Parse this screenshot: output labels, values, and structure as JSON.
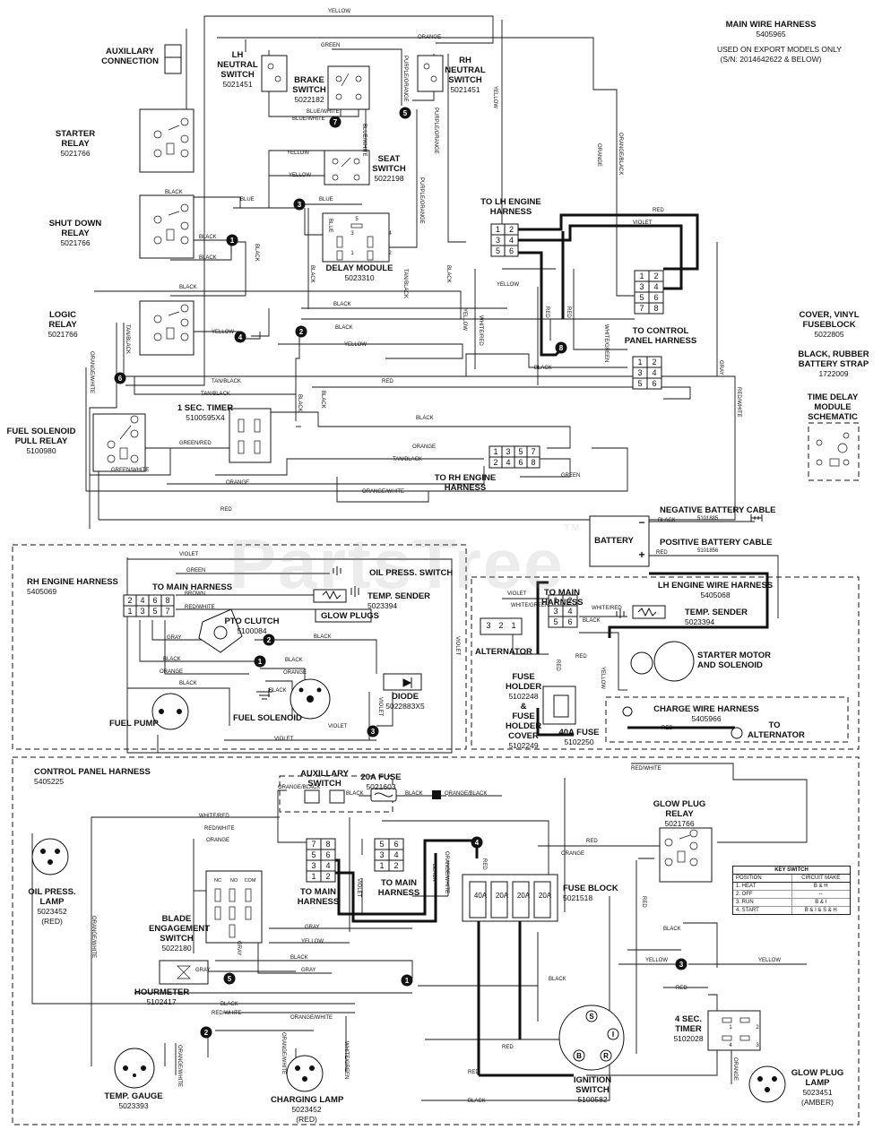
{
  "watermark": "PartsTree",
  "watermark_tm": "TM",
  "main_harness": {
    "title": "MAIN WIRE HARNESS",
    "part": "5405965",
    "note_line1": "USED ON EXPORT MODELS ONLY",
    "note_line2": "(S/N: 2014642622 & BELOW)"
  },
  "cover": {
    "name": "COVER, VINYL",
    "name2": "FUSEBLOCK",
    "part": "5022805"
  },
  "strap": {
    "name": "BLACK, RUBBER",
    "name2": "BATTERY STRAP",
    "part": "1722009"
  },
  "tdm_schematic": {
    "l1": "TIME DELAY",
    "l2": "MODULE",
    "l3": "SCHEMATIC"
  },
  "components": {
    "aux_conn": {
      "l1": "AUXILLARY",
      "l2": "CONNECTION"
    },
    "lh_neutral": {
      "l1": "LH",
      "l2": "NEUTRAL",
      "l3": "SWITCH",
      "part": "5021451"
    },
    "brake": {
      "l1": "BRAKE",
      "l2": "SWITCH",
      "part": "5022182"
    },
    "rh_neutral": {
      "l1": "RH",
      "l2": "NEUTRAL",
      "l3": "SWITCH",
      "part": "5021451"
    },
    "starter_relay": {
      "l1": "STARTER",
      "l2": "RELAY",
      "part": "5021766"
    },
    "shutdown_relay": {
      "l1": "SHUT DOWN",
      "l2": "RELAY",
      "part": "5021766"
    },
    "logic_relay": {
      "l1": "LOGIC",
      "l2": "RELAY",
      "part": "5021766"
    },
    "seat": {
      "l1": "SEAT",
      "l2": "SWITCH",
      "part": "5022198"
    },
    "delay_module": {
      "l1": "DELAY MODULE",
      "part": "5023310"
    },
    "to_lh_engine": {
      "l1": "TO LH ENGINE",
      "l2": "HARNESS"
    },
    "to_control_panel": {
      "l1": "TO CONTROL",
      "l2": "PANEL HARNESS"
    },
    "to_rh_engine": {
      "l1": "TO RH ENGINE",
      "l2": "HARNESS"
    },
    "timer1": {
      "l1": "1 SEC. TIMER",
      "part": "5100595X4"
    },
    "fuel_pull": {
      "l1": "FUEL SOLENOID",
      "l2": "PULL RELAY",
      "part": "5100980"
    },
    "neg_cable": {
      "l1": "NEGATIVE BATTERY CABLE",
      "part": "5101885"
    },
    "pos_cable": {
      "l1": "POSITIVE BATTERY CABLE",
      "part": "5101856"
    },
    "battery": {
      "l1": "BATTERY",
      "plus": "+",
      "minus": "−"
    },
    "rh_engine_harness": {
      "l1": "RH ENGINE HARNESS",
      "part": "5405069"
    },
    "to_main_rh": {
      "l1": "TO MAIN HARNESS"
    },
    "oil_switch": {
      "l1": "OIL PRESS. SWITCH"
    },
    "temp_sender_rh": {
      "l1": "TEMP. SENDER",
      "part": "5023394"
    },
    "glow_plugs": {
      "l1": "GLOW PLUGS"
    },
    "pto": {
      "l1": "PTO CLUTCH",
      "part": "5100084"
    },
    "diode": {
      "l1": "DIODE",
      "part": "5022883X5"
    },
    "fuel_pump": {
      "l1": "FUEL PUMP"
    },
    "fuel_solenoid": {
      "l1": "FUEL SOLENOID"
    },
    "lh_engine_harness": {
      "l1": "LH ENGINE WIRE HARNESS",
      "part": "5405068"
    },
    "to_main_lh": {
      "l1": "TO MAIN",
      "l2": "HARNESS"
    },
    "temp_sender_lh": {
      "l1": "TEMP. SENDER",
      "part": "5023394"
    },
    "alternator": {
      "l1": "ALTERNATOR"
    },
    "starter_motor": {
      "l1": "STARTER MOTOR",
      "l2": "AND SOLENOID"
    },
    "fuse_holder": {
      "l1": "FUSE",
      "l2": "HOLDER",
      "part": "5102248",
      "amp": "&",
      "l3": "FUSE",
      "l4": "HOLDER",
      "l5": "COVER",
      "part2": "5102249"
    },
    "fuse40": {
      "l1": "40A FUSE",
      "part": "5102250"
    },
    "charge_wire": {
      "l1": "CHARGE WIRE HARNESS",
      "part": "5405966"
    },
    "to_alternator": {
      "l1": "TO",
      "l2": "ALTERNATOR"
    },
    "control_panel": {
      "l1": "CONTROL PANEL HARNESS",
      "part": "5405225"
    },
    "aux_switch": {
      "l1": "AUXILLARY",
      "l2": "SWITCH"
    },
    "fuse20": {
      "l1": "20A FUSE",
      "part": "5021603"
    },
    "glow_relay": {
      "l1": "GLOW PLUG",
      "l2": "RELAY",
      "part": "5021766"
    },
    "oil_lamp": {
      "l1": "OIL PRESS.",
      "l2": "LAMP",
      "part": "5023452",
      "note": "(RED)"
    },
    "blade": {
      "l1": "BLADE",
      "l2": "ENGAGEMENT",
      "l3": "SWITCH",
      "part": "5022180"
    },
    "to_main_cp1": {
      "l1": "TO MAIN",
      "l2": "HARNESS"
    },
    "to_main_cp2": {
      "l1": "TO MAIN",
      "l2": "HARNESS"
    },
    "fuse_block": {
      "l1": "FUSE BLOCK",
      "part": "5021518"
    },
    "hourmeter": {
      "l1": "HOURMETER",
      "part": "5102417"
    },
    "timer4": {
      "l1": "4 SEC.",
      "l2": "TIMER",
      "part": "5102028"
    },
    "temp_gauge": {
      "l1": "TEMP. GAUGE",
      "part": "5023393"
    },
    "charging_lamp": {
      "l1": "CHARGING LAMP",
      "part": "5023452",
      "note": "(RED)"
    },
    "ignition": {
      "l1": "IGNITION",
      "l2": "SWITCH",
      "part": "5100582"
    },
    "glow_lamp": {
      "l1": "GLOW PLUG",
      "l2": "LAMP",
      "part": "5023451",
      "note": "(AMBER)"
    }
  },
  "fuses": [
    "40A",
    "20A",
    "20A",
    "20A"
  ],
  "ignition_terminals": [
    "S",
    "I",
    "B",
    "R"
  ],
  "key_switch": {
    "title": "KEY SWITCH",
    "col1": "POSITION",
    "col2": "CIRCUIT MAKE",
    "rows": [
      {
        "pos": "1. HEAT",
        "make": "B & H"
      },
      {
        "pos": "2. OFF",
        "make": "--"
      },
      {
        "pos": "3. RUN",
        "make": "B & I"
      },
      {
        "pos": "4. START",
        "make": "B & I & S & H"
      }
    ]
  },
  "blade_pins": [
    "NC",
    "NO",
    "COM"
  ],
  "connectors": {
    "lh_engine_8": [
      "1",
      "2",
      "3",
      "4",
      "5",
      "6"
    ],
    "cp_a": [
      "1",
      "2",
      "3",
      "4",
      "5",
      "6",
      "7",
      "8"
    ],
    "cp_b": [
      "1",
      "2",
      "3",
      "4",
      "5",
      "6"
    ],
    "rh_engine_8": [
      "1",
      "3",
      "5",
      "7",
      "2",
      "4",
      "6",
      "8"
    ],
    "rh_harness_8": [
      "2",
      "4",
      "6",
      "8",
      "1",
      "3",
      "5",
      "7"
    ],
    "lh_wire_6": [
      "1",
      "2",
      "3",
      "4",
      "5",
      "6"
    ],
    "alt_pins": [
      "3",
      "2",
      "1"
    ],
    "cp_main_a": [
      "7",
      "8",
      "5",
      "6",
      "3",
      "4",
      "1",
      "2"
    ],
    "cp_main_b": [
      "5",
      "6",
      "3",
      "4",
      "1",
      "2"
    ],
    "delay_pins": [
      "5",
      "3",
      "4",
      "1",
      "2"
    ],
    "timer4_pins": [
      "1",
      "2",
      "4",
      "3"
    ]
  },
  "nodes": [
    "1",
    "2",
    "3",
    "4",
    "5",
    "6",
    "7",
    "8"
  ],
  "wire_labels": {
    "yellow": "YELLOW",
    "orange": "ORANGE",
    "green": "GREEN",
    "black": "BLACK",
    "blue": "BLUE",
    "red": "RED",
    "violet": "VIOLET",
    "brown": "BROWN",
    "gray": "GRAY",
    "white_red": "WHITE/RED",
    "red_white": "RED/WHITE",
    "blue_white": "BLUE/WHITE",
    "purple_orange": "PURPLE/ORANGE",
    "orange_black": "ORANGE/BLACK",
    "orange_white": "ORANGE/WHITE",
    "tan_black": "TAN/BLACK",
    "green_red": "GREEN/RED",
    "green_white": "GREEN/WHITE",
    "white_green": "WHITE/GREEN",
    "purple_orange2": "PURPLE/\nORANGE"
  }
}
